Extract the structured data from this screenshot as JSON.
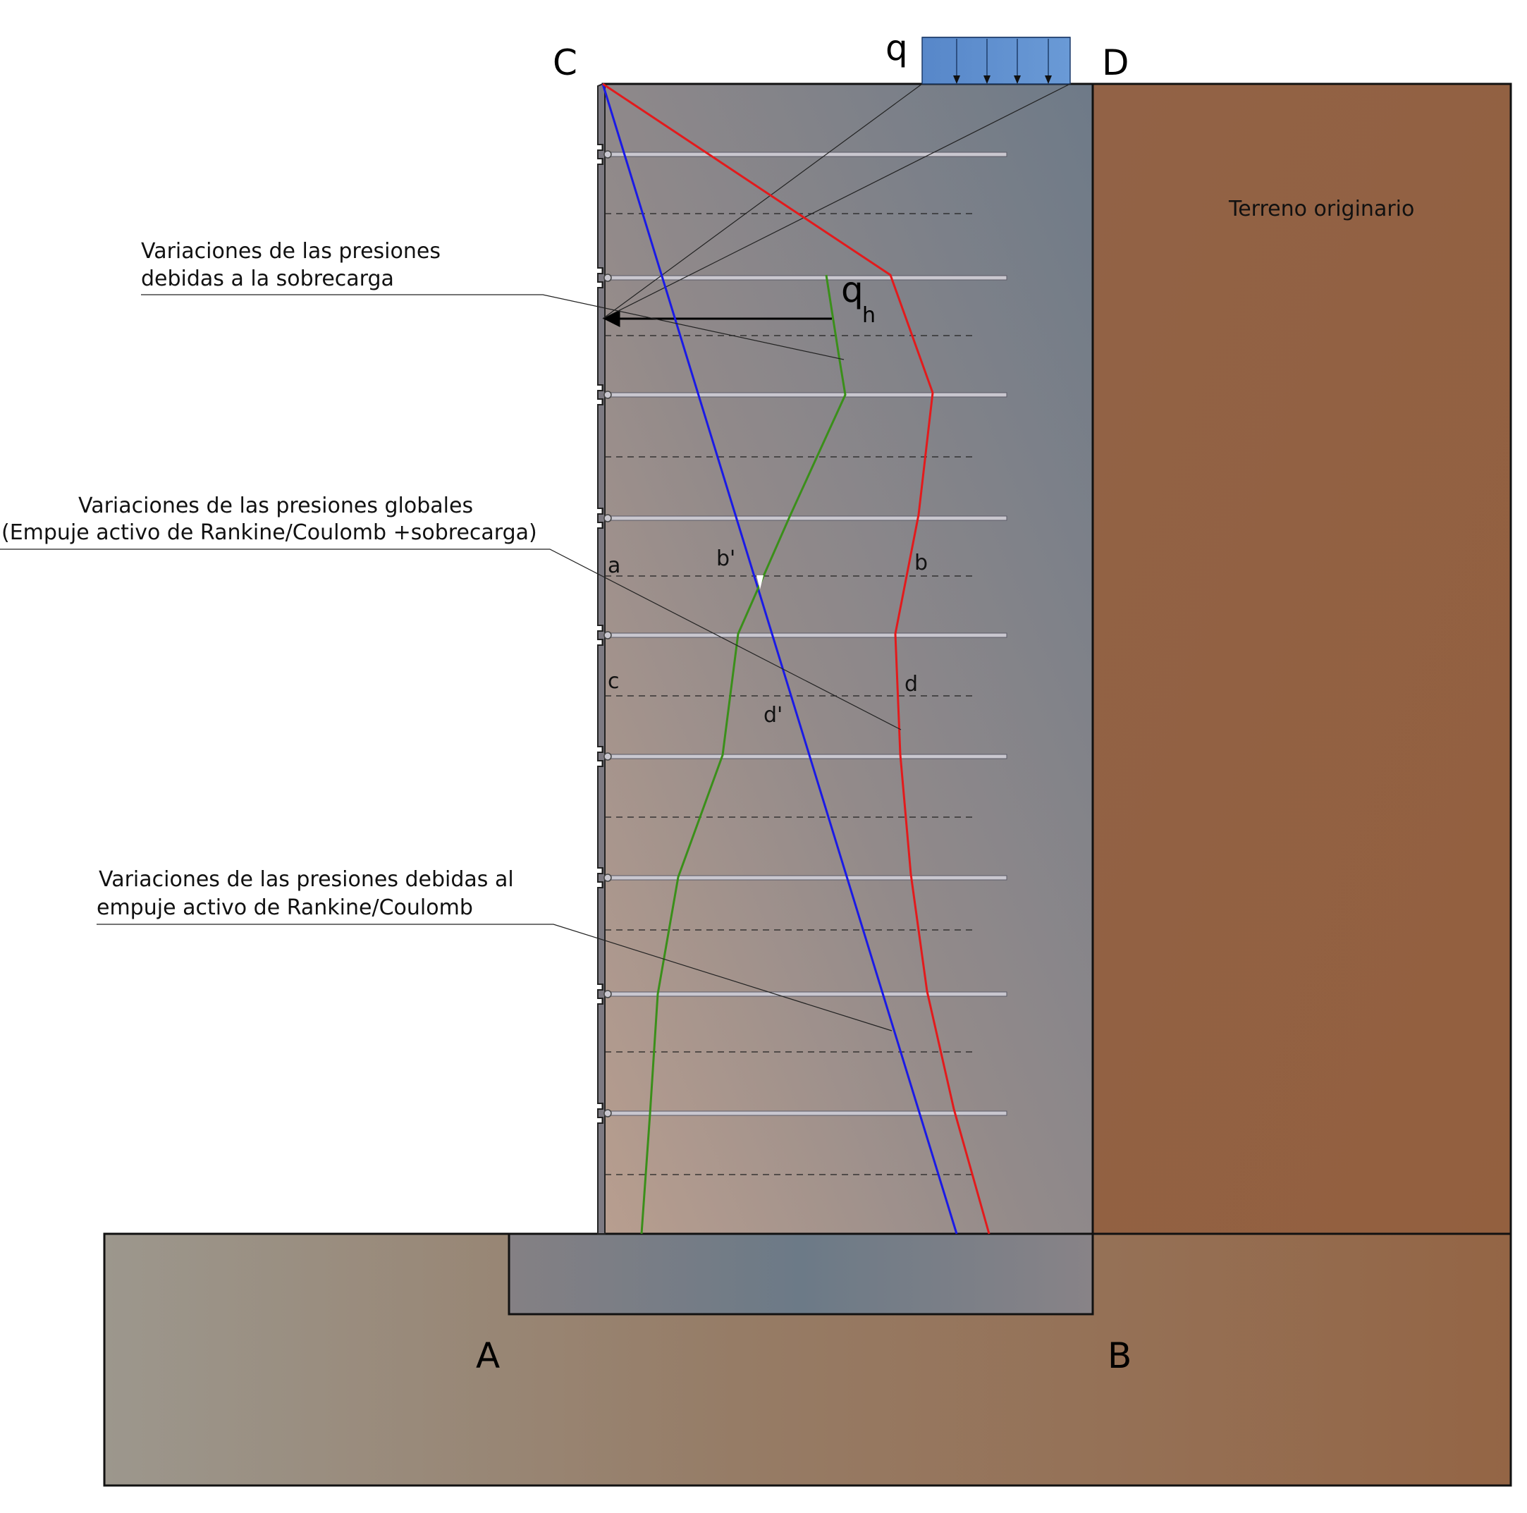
{
  "points": {
    "C": "C",
    "D": "D",
    "A": "A",
    "B": "B"
  },
  "load": {
    "q": "q",
    "qh_main": "q",
    "qh_sub": "h"
  },
  "terrain_label": "Terreno originario",
  "annotations": {
    "sobrecarga": [
      "Variaciones de las presiones",
      "debidas a la sobrecarga"
    ],
    "globales": [
      "Variaciones de las presiones globales",
      "(Empuje activo de Rankine/Coulomb +sobrecarga)"
    ],
    "rankine": [
      "Variaciones de las presiones debidas al",
      "empuje activo de Rankine/Coulomb"
    ]
  },
  "marks": {
    "a": "a",
    "b": "b",
    "b_prime": "b'",
    "c": "c",
    "d": "d",
    "d_prime": "d'"
  },
  "colors": {
    "global_pressure": "#e31a1c",
    "rankine_pressure": "#1a1ae6",
    "surcharge_pressure": "#3a8f1a",
    "terrain": "#946545",
    "load_block": "#5b8fcf"
  }
}
